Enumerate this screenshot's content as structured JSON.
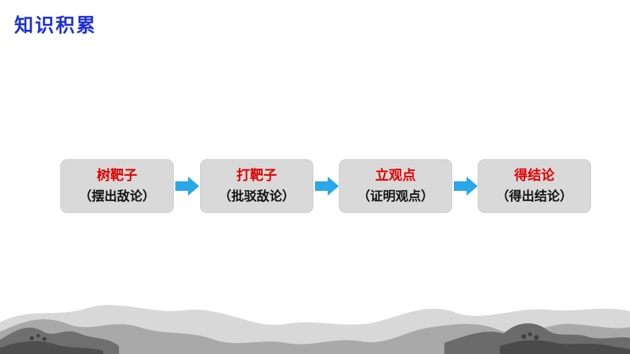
{
  "header": {
    "title": "知识积累"
  },
  "flow": {
    "accent_color": "#e00000",
    "arrow_color": "#2aa7e8",
    "steps": [
      {
        "title": "树靶子",
        "desc": "（摆出敌论）"
      },
      {
        "title": "打靶子",
        "desc": "（批驳敌论）"
      },
      {
        "title": "立观点",
        "desc": "（证明观点）"
      },
      {
        "title": "得结论",
        "desc": "（得出结论）"
      }
    ]
  },
  "decoration": {
    "landscape": "ink-mountain-landscape"
  }
}
